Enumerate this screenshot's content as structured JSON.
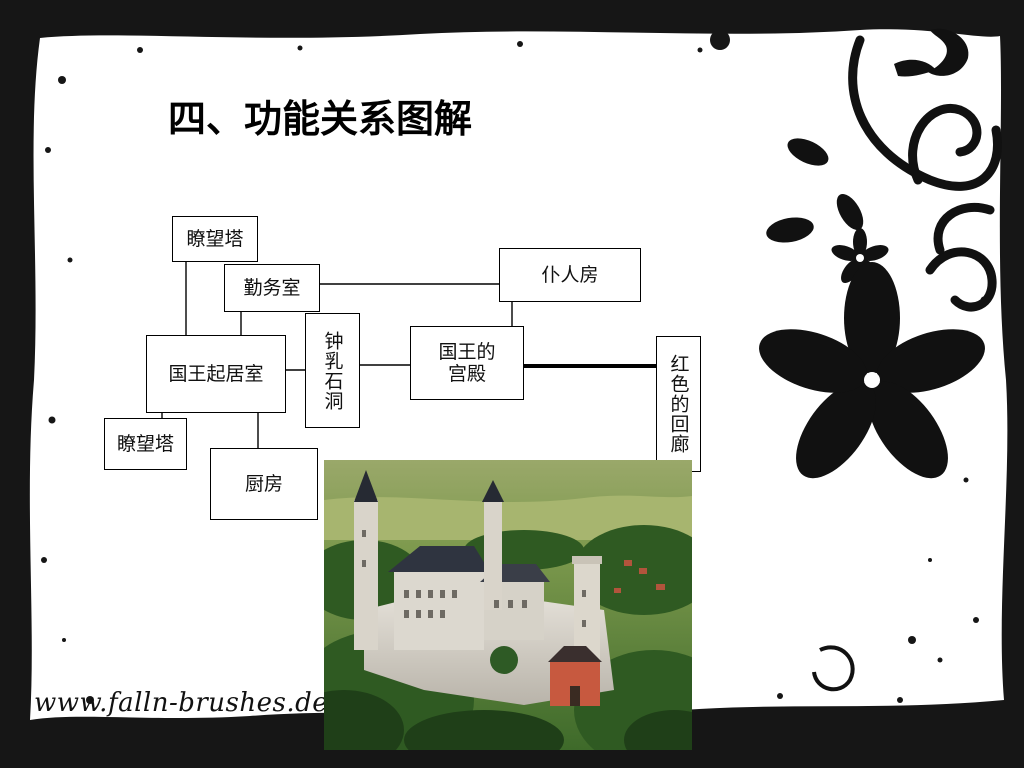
{
  "slide": {
    "title": "四、功能关系图解",
    "watermark": "www.falln-brushes.devia"
  },
  "diagram": {
    "nodes": {
      "watchtower_top": "瞭望塔",
      "office": "勤务室",
      "servant_room": "仆人房",
      "king_bedroom": "国王起居室",
      "stalactite_cave": "钟乳石洞",
      "king_palace": "国王的\n宫殿",
      "red_corridor": "红色的回廊",
      "watchtower_bottom": "瞭望塔",
      "kitchen": "厨房"
    }
  },
  "image": {
    "subject": "castle-aerial-photo"
  },
  "colors": {
    "frame": "#1a1a1a",
    "background": "#ffffff",
    "line": "#000000"
  }
}
